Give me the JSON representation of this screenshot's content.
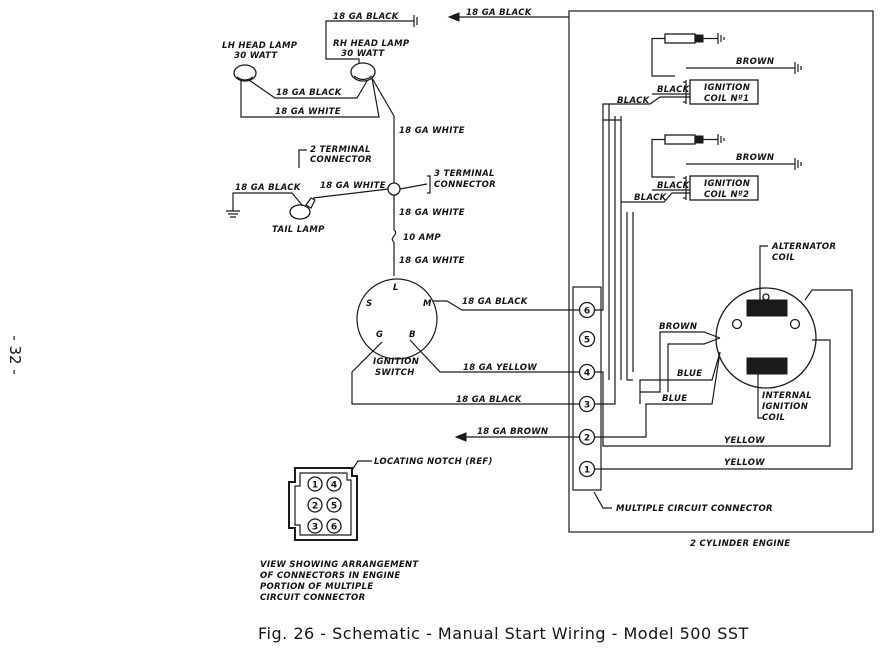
{
  "page_number": "- 32 -",
  "caption": "Fig. 26 - Schematic - Manual Start Wiring - Model 500 SST",
  "engine_label": "2 CYLINDER ENGINE",
  "components": {
    "lh_head_lamp": [
      "LH HEAD LAMP",
      "30 WATT"
    ],
    "rh_head_lamp": [
      "RH HEAD LAMP",
      "30 WATT"
    ],
    "tail_lamp": "TAIL LAMP",
    "two_terminal_connector": [
      "2 TERMINAL",
      "CONNECTOR"
    ],
    "three_terminal_connector": [
      "3 TERMINAL",
      "CONNECTOR"
    ],
    "fuse": "10 AMP",
    "ignition_switch": [
      "IGNITION",
      "SWITCH"
    ],
    "switch_terminals": [
      "L",
      "S",
      "M",
      "G",
      "B"
    ],
    "ignition_coil_1": [
      "IGNITION",
      "COIL Nº1"
    ],
    "ignition_coil_2": [
      "IGNITION",
      "COIL Nº2"
    ],
    "alternator_coil": [
      "ALTERNATOR",
      "COIL"
    ],
    "internal_ignition_coil": [
      "INTERNAL",
      "IGNITION",
      "COIL"
    ],
    "multiple_circuit_connector": "MULTIPLE CIRCUIT CONNECTOR",
    "connector_pins": [
      "6",
      "5",
      "4",
      "3",
      "2",
      "1"
    ],
    "locating_notch": "LOCATING NOTCH (REF)",
    "view_note": [
      "VIEW SHOWING ARRANGEMENT",
      "OF CONNECTORS IN ENGINE",
      "PORTION OF MULTIPLE",
      "CIRCUIT CONNECTOR"
    ],
    "plug_pins": [
      "1",
      "4",
      "2",
      "5",
      "3",
      "6"
    ]
  },
  "wire_labels": {
    "black_rh_lamp_ground": "18 GA BLACK",
    "black_engine_ground": "18 GA BLACK",
    "black_lamps": "18 GA BLACK",
    "white_lamps": "18 GA WHITE",
    "white_to_connector": "18 GA WHITE",
    "black_tail": "18 GA BLACK",
    "white_tail": "18 GA WHITE",
    "white_to_fuse": "18 GA WHITE",
    "white_to_switch": "18 GA WHITE",
    "black_pin6": "18 GA BLACK",
    "yellow_pin4": "18 GA YELLOW",
    "black_pin3": "18 GA BLACK",
    "brown_pin2": "18 GA BROWN",
    "coil1_brown": "BROWN",
    "coil1_black": "BLACK",
    "coil1_black_lead": "BLACK",
    "coil2_brown": "BROWN",
    "coil2_black": "BLACK",
    "coil2_black_lead": "BLACK",
    "stator_brown": "BROWN",
    "stator_blue_1": "BLUE",
    "stator_blue_2": "BLUE",
    "stator_yellow_1": "YELLOW",
    "stator_yellow_2": "YELLOW"
  }
}
